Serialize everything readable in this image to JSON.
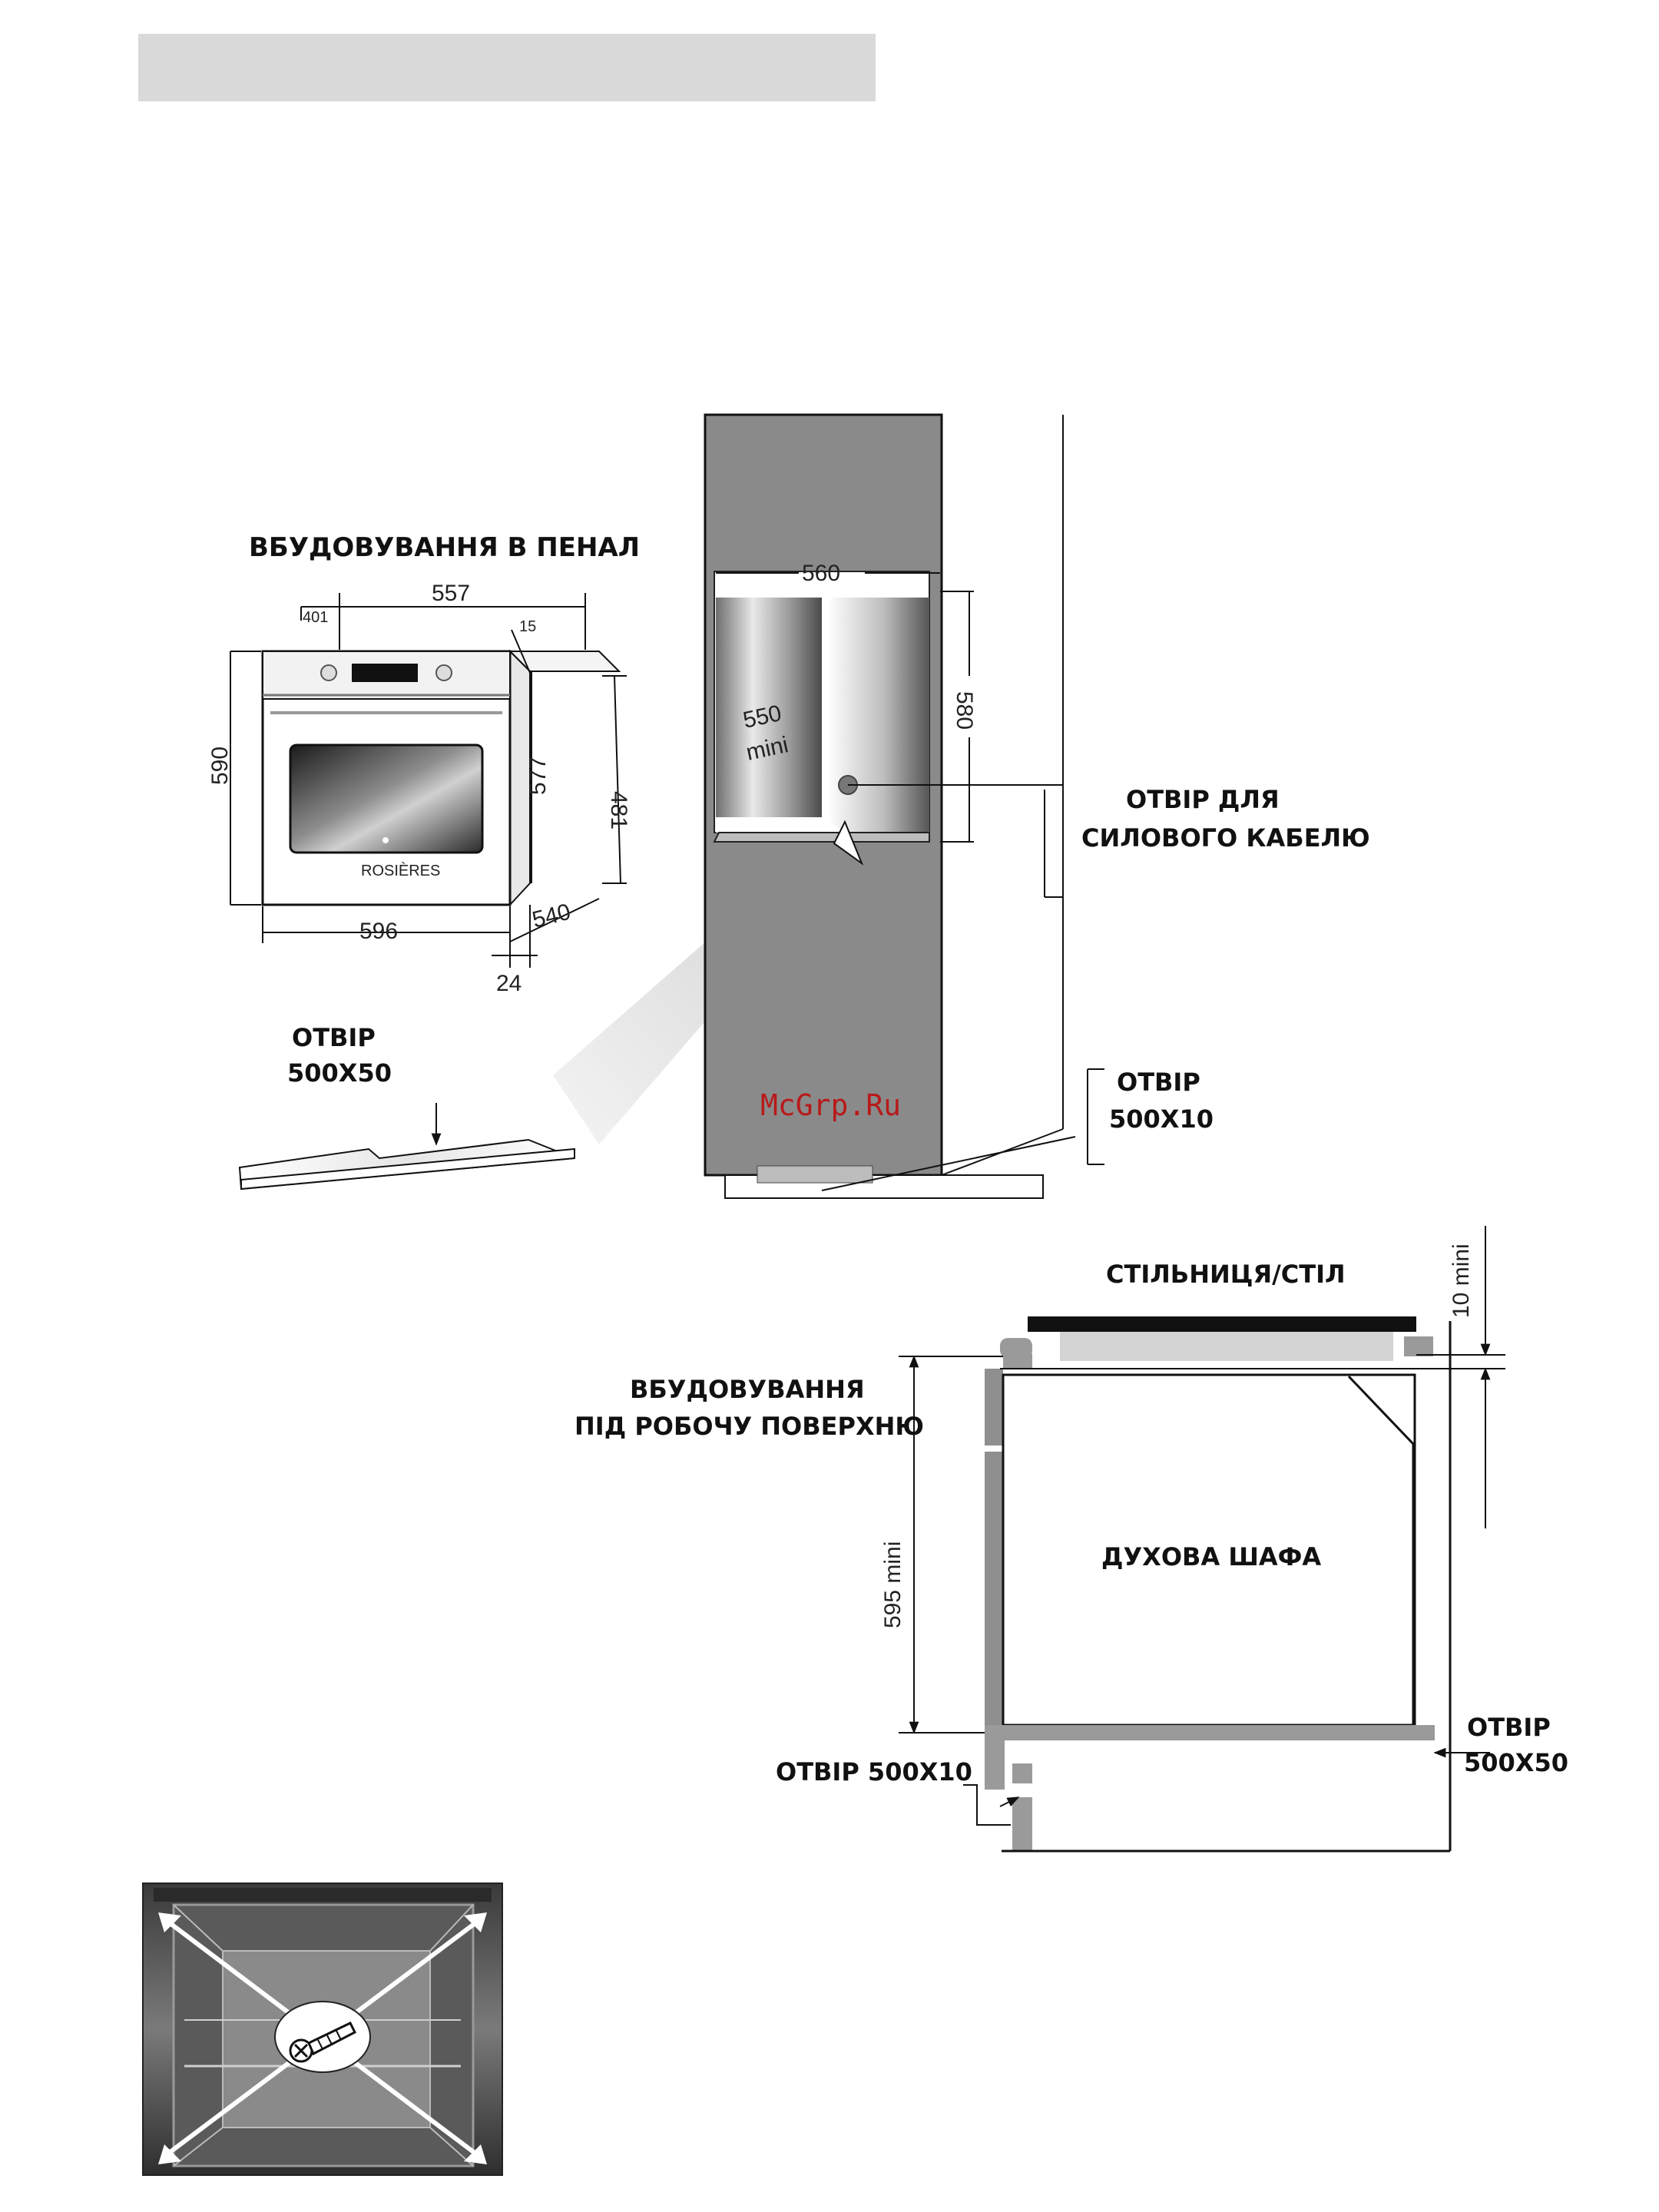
{
  "header_bar": {
    "color": "#d9d9d9"
  },
  "tall_unit": {
    "title": "ВБУДОВУВАННЯ В ПЕНАЛ",
    "dims": {
      "d557": "557",
      "d401": "401",
      "d15": "15",
      "d590": "590",
      "d577": "577",
      "d481": "481",
      "d596": "596",
      "d540": "540",
      "d24": "24",
      "d560": "560",
      "d550": "550",
      "d550_sub": "mini",
      "d580": "580"
    },
    "cable_label_1": "ОТВІР ДЛЯ",
    "cable_label_2": "СИЛОВОГО КАБЕЛЮ",
    "opening_left_1": "ОТВІР",
    "opening_left_2": "500X50",
    "opening_right_1": "ОТВІР",
    "opening_right_2": "500X10",
    "watermark": "McGrp.Ru"
  },
  "under_counter": {
    "title_1": "ВБУДОВУВАННЯ",
    "title_2": "ПІД РОБОЧУ ПОВЕРХНЮ",
    "worktop": "СТІЛЬНИЦЯ/СТІЛ",
    "d10": "10 mini",
    "oven": "ДУХОВА ШАФА",
    "d595": "595 mini",
    "opening_1": "ОТВІР 500X10",
    "opening_2_1": "ОТВІР",
    "opening_2_2": "500X50"
  },
  "photo": {
    "icon": "screw-icon"
  }
}
